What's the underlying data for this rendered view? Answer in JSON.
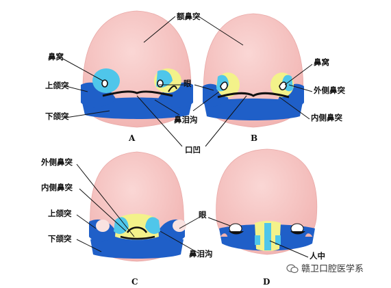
{
  "labels": {
    "frontal": "额鼻突",
    "nasal_pit_a": "鼻窝",
    "maxillary_a": "上颌突",
    "mandibular_a": "下颌突",
    "eye_a": "眼",
    "nasolacrimal_a": "鼻泪沟",
    "stomodeum": "口凹",
    "nasal_pit_b": "鼻窝",
    "lateral_nasal_b": "外侧鼻突",
    "medial_nasal_b": "内侧鼻突",
    "lateral_nasal_c": "外侧鼻突",
    "medial_nasal_c": "内侧鼻突",
    "maxillary_c": "上颌突",
    "mandibular_c": "下颌突",
    "eye_d": "眼",
    "nasolacrimal_c": "鼻泪沟",
    "philtrum": "人中"
  },
  "panels": [
    "A",
    "B",
    "C",
    "D"
  ],
  "watermark": "赣卫口腔医学系",
  "colors": {
    "skin": "#f6c5c3",
    "blue": "#1f5fc8",
    "cyan": "#4fc6ea",
    "yellow": "#f3f28a",
    "outline": "#111111"
  }
}
